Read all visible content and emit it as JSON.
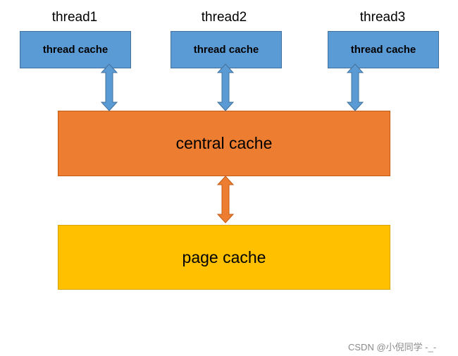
{
  "threads": [
    {
      "label": "thread1",
      "cache_label": "thread cache"
    },
    {
      "label": "thread2",
      "cache_label": "thread cache"
    },
    {
      "label": "thread3",
      "cache_label": "thread cache"
    }
  ],
  "central_cache": {
    "label": "central cache"
  },
  "page_cache": {
    "label": "page cache"
  },
  "watermark": "CSDN @小倪同学 -_-",
  "colors": {
    "thread_cache": "#5b9bd5",
    "central_cache": "#ed7d31",
    "page_cache": "#ffc000",
    "thread_arrow": "#5b9bd5",
    "central_arrow": "#ed7d31"
  }
}
